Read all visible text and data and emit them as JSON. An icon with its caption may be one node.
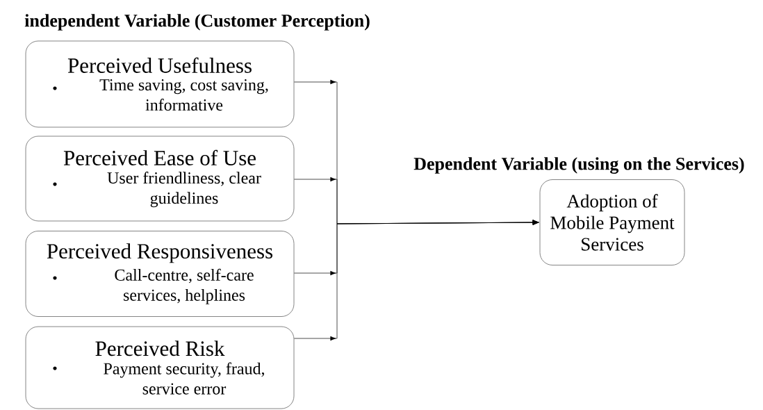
{
  "diagram": {
    "nodes": [
      {
        "text": [
          "Perceived Usefulness",
          "Time saving, cost saving, informative"
        ]
      },
      {
        "text": [
          "Perceived Ease of Use",
          "User friendliness, clear guidelines"
        ]
      },
      {
        "text": [
          "Perceived Responsiveness",
          "Call-centre, self-care services, helplines"
        ]
      },
      {
        "text": [
          "Perceived Risk",
          "Payment security, fraud, service error"
        ]
      },
      {
        "text": [
          "Adoption of Mobile Payment Services"
        ]
      }
    ],
    "edges": [
      {
        "from": 0,
        "to": 4,
        "arrow": "to"
      },
      {
        "from": 1,
        "to": 4,
        "arrow": "to"
      },
      {
        "from": 2,
        "to": 4,
        "arrow": "to"
      },
      {
        "from": 3,
        "to": 4,
        "arrow": "to"
      }
    ],
    "labels": [
      "independent Variable (Customer Perception)",
      "Dependent Variable (using on the Services)"
    ]
  }
}
